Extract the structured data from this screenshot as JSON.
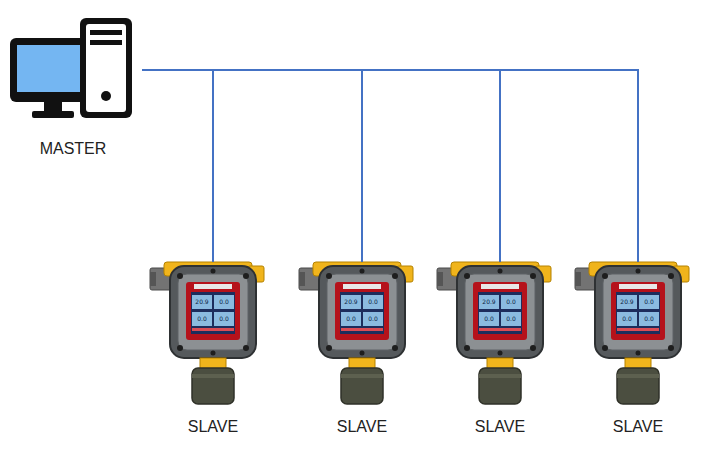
{
  "diagram": {
    "nodes": [
      {
        "text": [
          "MASTER"
        ]
      },
      {
        "text": [
          "SLAVE"
        ]
      },
      {
        "text": [
          "SLAVE"
        ]
      },
      {
        "text": [
          "SLAVE"
        ]
      },
      {
        "text": [
          "SLAVE"
        ]
      }
    ],
    "edges": [
      {
        "from": 0,
        "to": 1,
        "arrow": "none"
      },
      {
        "from": 0,
        "to": 2,
        "arrow": "none"
      },
      {
        "from": 0,
        "to": 3,
        "arrow": "none"
      },
      {
        "from": 0,
        "to": 4,
        "arrow": "none"
      }
    ],
    "labels": [
      "20.9",
      "0.0",
      "0.0",
      "0.0",
      "20.9",
      "0.0",
      "0.0",
      "0.0",
      "20.9",
      "0.0",
      "0.0",
      "0.0",
      "20.9",
      "0.0",
      "0.0",
      "0.0"
    ]
  }
}
